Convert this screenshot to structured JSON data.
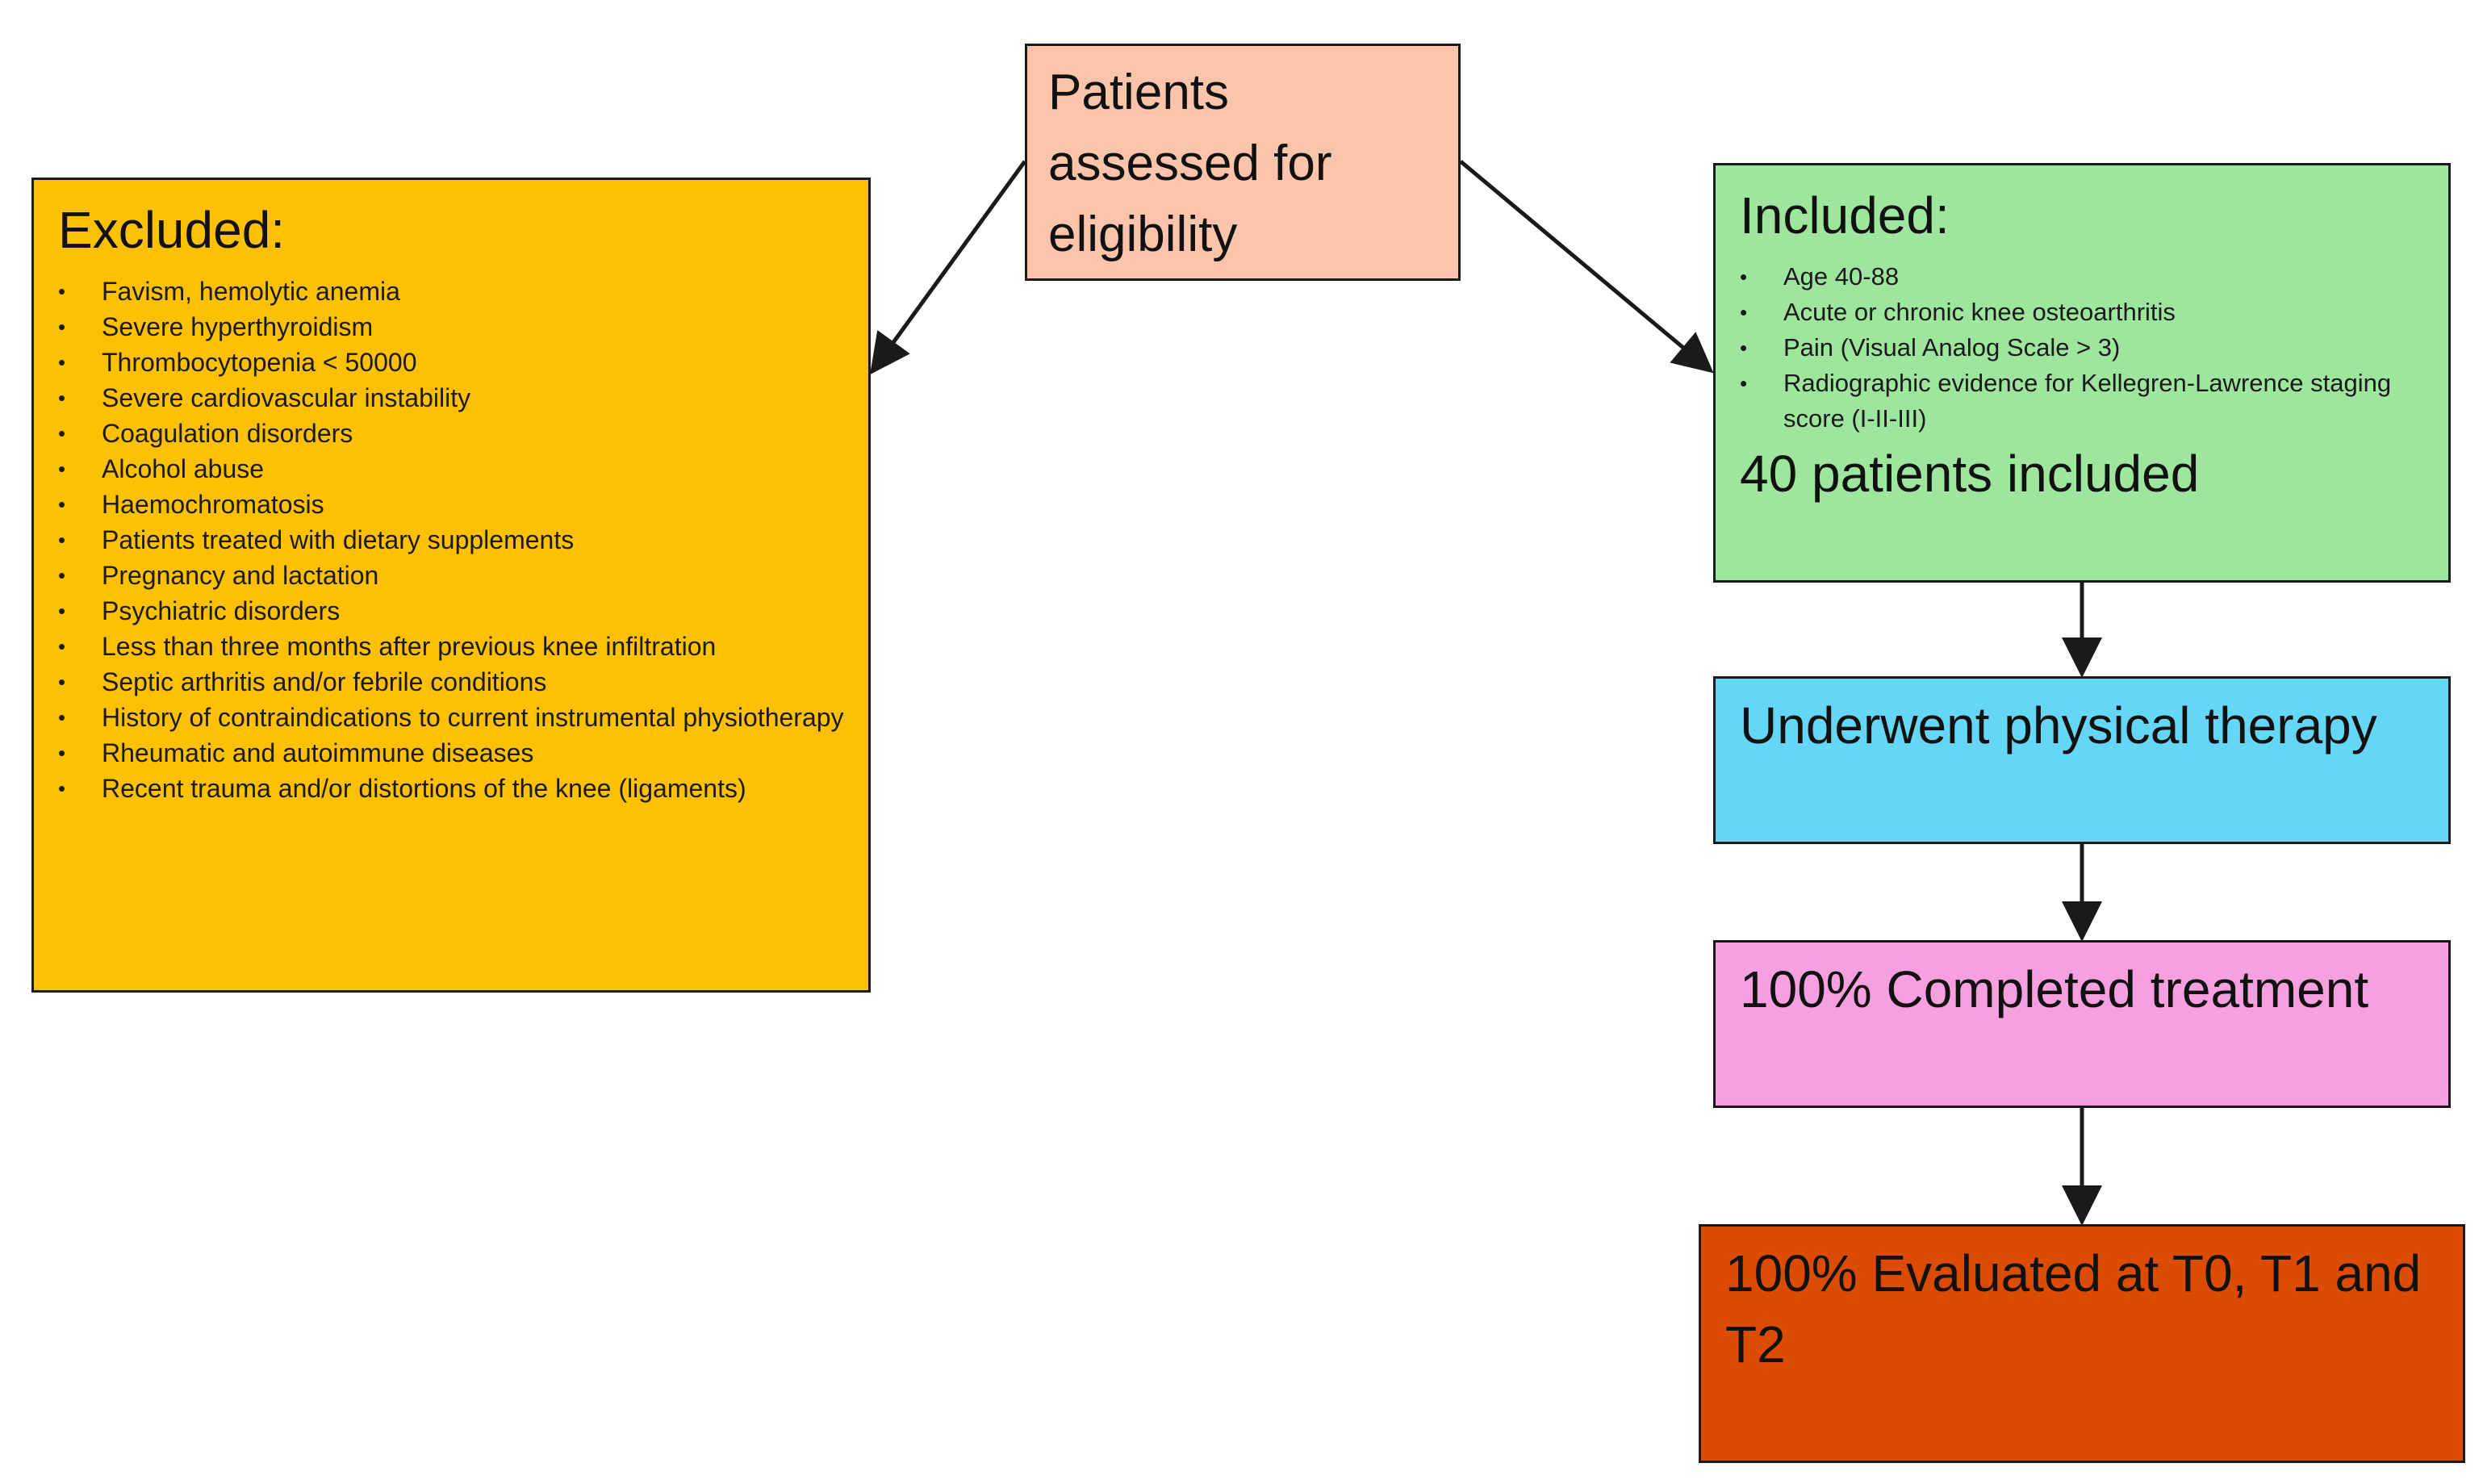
{
  "eligibility": {
    "text": "Patients assessed for eligibility",
    "color": "#fcc4aa"
  },
  "excluded": {
    "title": "Excluded:",
    "color": "#fdc101",
    "items": [
      "Favism, hemolytic anemia",
      "Severe hyperthyroidism",
      "Thrombocytopenia < 50000",
      "Severe cardiovascular instability",
      "Coagulation disorders",
      "Alcohol abuse",
      "Haemochromatosis",
      "Patients treated with dietary supplements",
      "Pregnancy and lactation",
      "Psychiatric disorders",
      "Less than three months after previous knee infiltration",
      "Septic arthritis and/or febrile conditions",
      "History of contraindications to current instrumental physiotherapy",
      "Rheumatic and autoimmune diseases",
      "Recent trauma and/or distortions of the knee (ligaments)"
    ]
  },
  "included": {
    "title": "Included:",
    "color": "#9ee59d",
    "items": [
      "Age 40-88",
      "Acute or chronic knee osteoarthritis",
      "Pain (Visual Analog Scale > 3)",
      "Radiographic evidence for Kellegren-Lawrence staging score (I-II-III)"
    ],
    "count_text": "40 patients included"
  },
  "physical_therapy": {
    "text": "Underwent physical therapy",
    "color": "#66d6f7"
  },
  "completed": {
    "text": "100% Completed treatment",
    "color": "#f7a0e0"
  },
  "evaluated": {
    "text": "100% Evaluated at T0, T1 and T2",
    "color": "#db4c02"
  }
}
